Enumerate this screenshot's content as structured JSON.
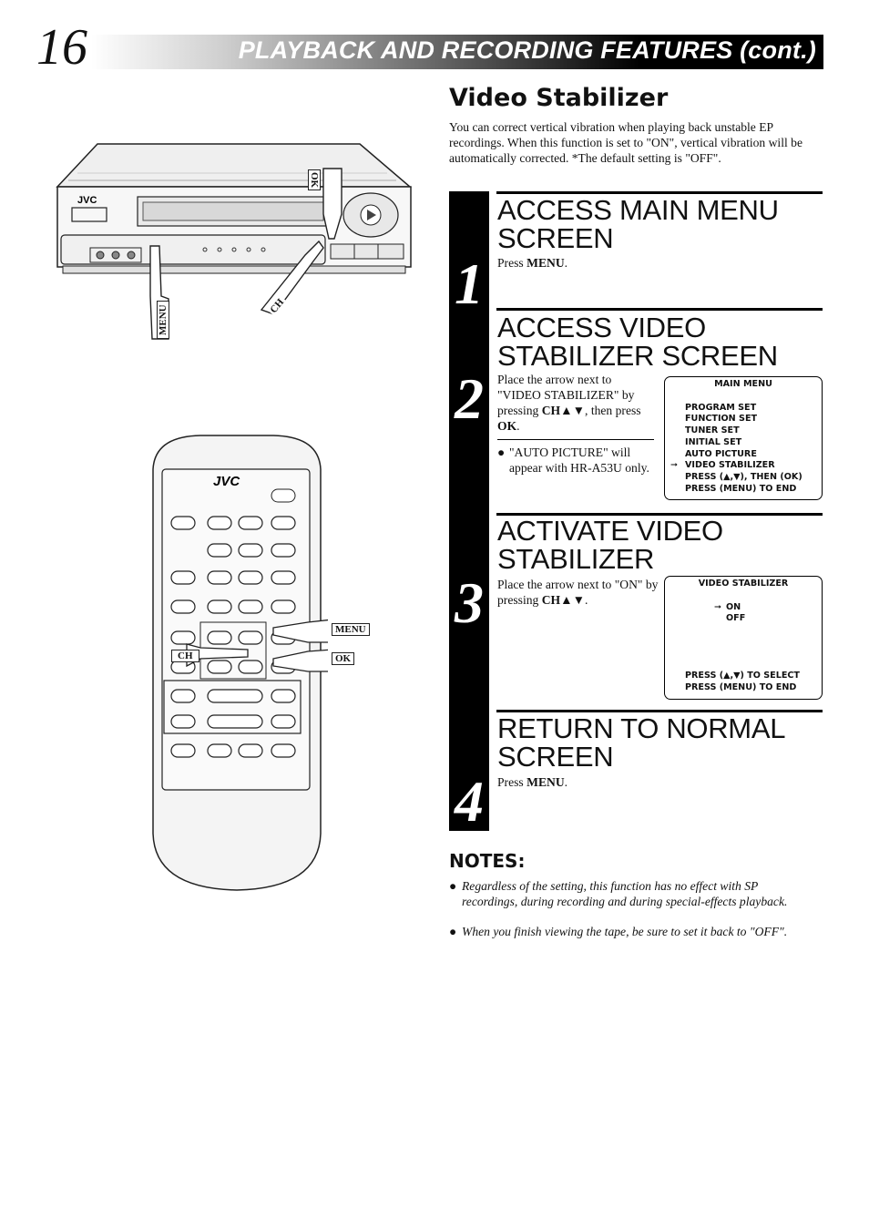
{
  "header": {
    "page_number": "16",
    "title": "PLAYBACK AND RECORDING FEATURES (cont.)"
  },
  "section": {
    "title": "Video Stabilizer",
    "intro": "You can correct vertical vibration when playing back unstable EP recordings. When this function is set to \"ON\", vertical vibration will be automatically corrected. *The default setting is \"OFF\"."
  },
  "illustrations": {
    "vcr": {
      "brand": "JVC",
      "labels": {
        "ok": "OK",
        "ch": "CH",
        "menu": "MENU"
      }
    },
    "remote": {
      "brand": "JVC",
      "labels": {
        "menu": "MENU",
        "ch": "CH",
        "ok": "OK"
      }
    }
  },
  "steps": [
    {
      "number": "1",
      "title": "ACCESS MAIN MENU SCREEN",
      "text_pre": "Press ",
      "text_bold": "MENU",
      "text_post": "."
    },
    {
      "number": "2",
      "title": "ACCESS VIDEO STABILIZER SCREEN",
      "text_a": "Place the arrow next to \"VIDEO STABILIZER\" by pressing ",
      "text_b": "CH▲▼",
      "text_c": ", then press ",
      "text_d": "OK",
      "text_e": ".",
      "bullet": "\"AUTO PICTURE\" will appear with HR-A53U only.",
      "screen": {
        "heading": "MAIN MENU",
        "items": [
          "PROGRAM SET",
          "FUNCTION SET",
          "TUNER SET",
          "INITIAL SET",
          "AUTO PICTURE",
          "VIDEO STABILIZER",
          "PRESS (▲,▼), THEN (OK)",
          "PRESS (MENU) TO END"
        ],
        "selected_index": 5
      }
    },
    {
      "number": "3",
      "title": "ACTIVATE VIDEO STABILIZER",
      "text_a": "Place the arrow next to \"ON\" by pressing ",
      "text_b": "CH▲▼",
      "text_c": ".",
      "screen": {
        "heading": "VIDEO STABILIZER",
        "options": [
          "ON",
          "OFF"
        ],
        "selected_index": 0,
        "footer": [
          "PRESS (▲,▼) TO SELECT",
          "PRESS (MENU) TO END"
        ]
      }
    },
    {
      "number": "4",
      "title": "RETURN TO NORMAL SCREEN",
      "text_pre": "Press ",
      "text_bold": "MENU",
      "text_post": "."
    }
  ],
  "notes": {
    "title": "NOTES:",
    "items": [
      "Regardless of the setting, this function has no effect with SP recordings, during recording and during special-effects playback.",
      "When you finish viewing the tape, be sure to set it back to \"OFF\"."
    ]
  },
  "glyphs": {
    "bullet": "●",
    "arrow": "➞"
  }
}
